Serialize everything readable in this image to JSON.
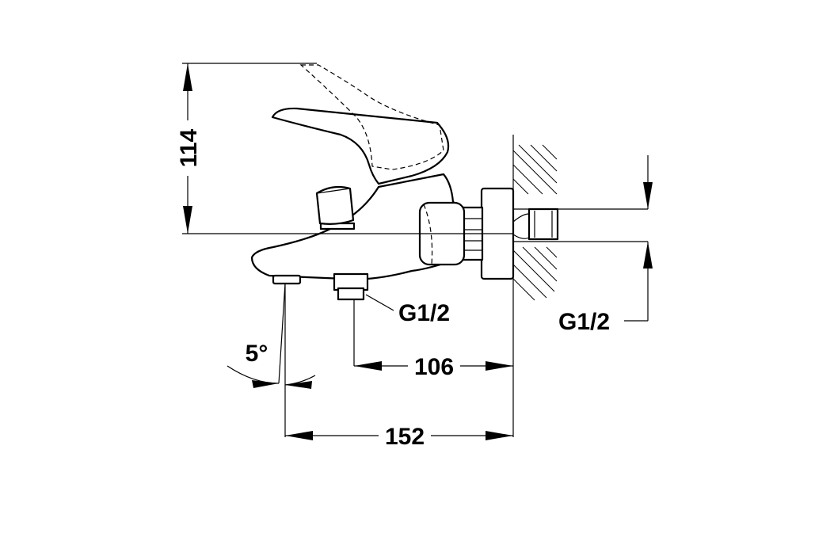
{
  "dimensions": {
    "height": "114",
    "inlet_distance": "106",
    "spout_distance": "152",
    "spout_angle": "5°"
  },
  "threads": {
    "lower_inlet": "G1/2",
    "wall_connection": "G1/2"
  }
}
